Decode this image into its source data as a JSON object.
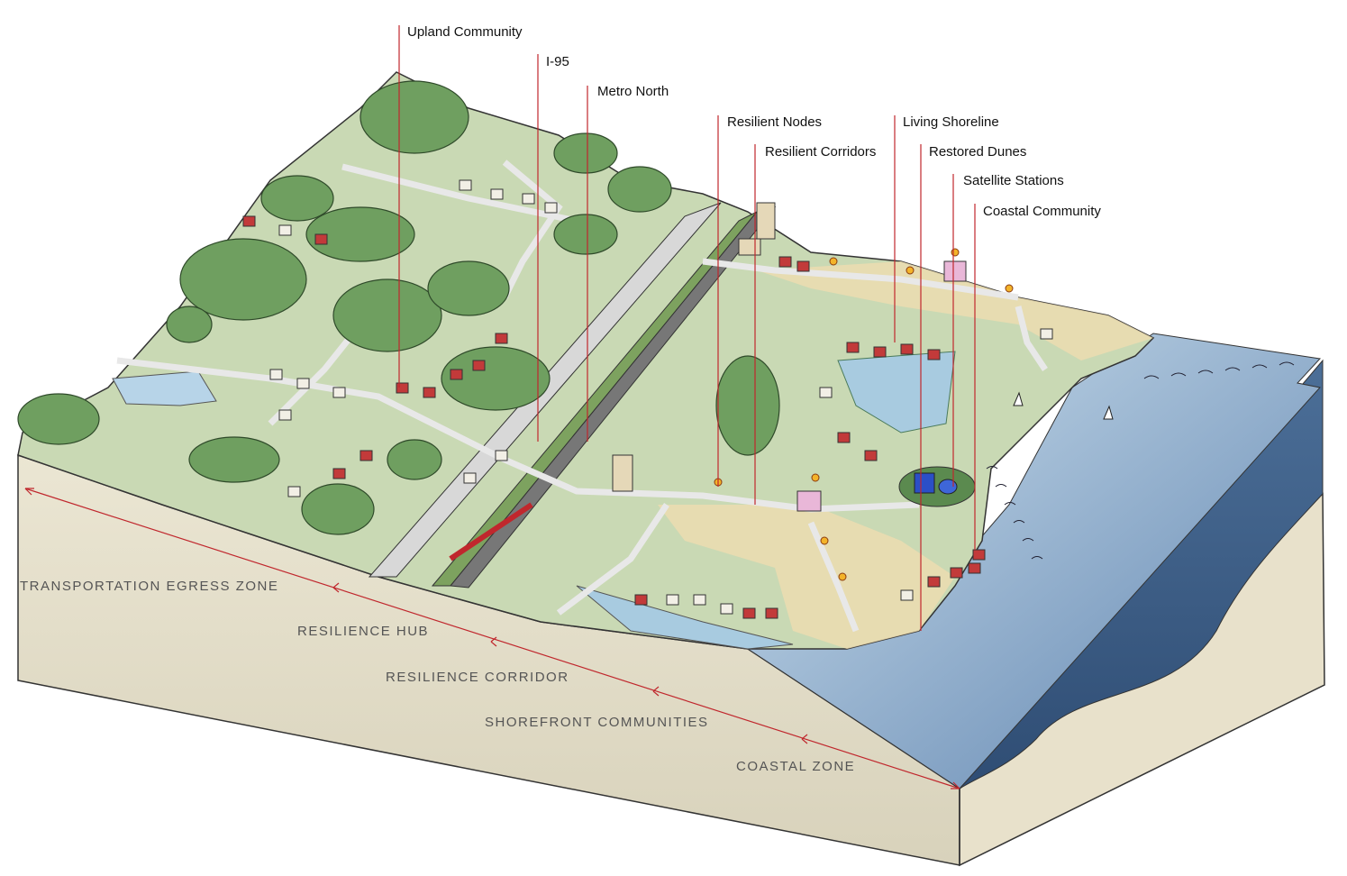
{
  "title": "Coastal resilience block diagram",
  "callouts": [
    {
      "label": "Upland Community"
    },
    {
      "label": "I-95"
    },
    {
      "label": "Metro North"
    },
    {
      "label": "Resilient Nodes"
    },
    {
      "label": "Resilient Corridors"
    },
    {
      "label": "Living Shoreline"
    },
    {
      "label": "Restored Dunes"
    },
    {
      "label": "Satellite Stations"
    },
    {
      "label": "Coastal Community"
    }
  ],
  "zones": [
    {
      "label": "TRANSPORTATION EGRESS ZONE"
    },
    {
      "label": "RESILIENCE HUB"
    },
    {
      "label": "RESILIENCE CORRIDOR"
    },
    {
      "label": "SHOREFRONT COMMUNITIES"
    },
    {
      "label": "COASTAL ZONE"
    }
  ],
  "colors": {
    "land": "#c9d9b4",
    "tree": "#6f9f60",
    "sand": "#e9dcb4",
    "soil_face": "#e6e0cc",
    "water_top": "#9ec1dc",
    "water_face": "#3e5f88",
    "leader": "#c0272d"
  }
}
